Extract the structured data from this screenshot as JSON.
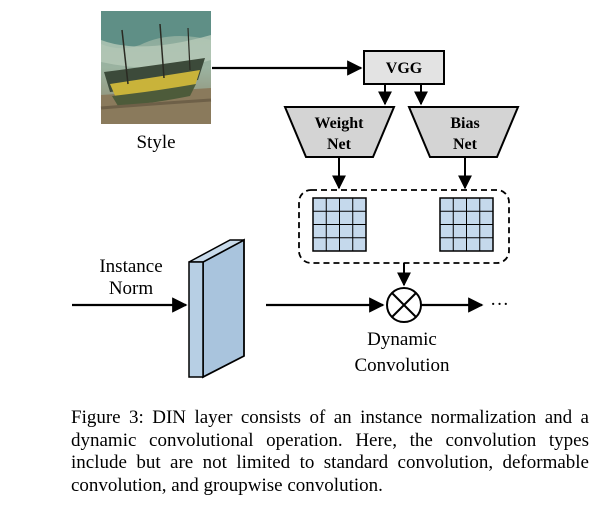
{
  "labels": {
    "style": "Style",
    "vgg": "VGG",
    "weight_net_line1": "Weight",
    "weight_net_line2": "Net",
    "bias_net_line1": "Bias",
    "bias_net_line2": "Net",
    "instance_norm_line1": "Instance",
    "instance_norm_line2": "Norm",
    "dynamic_conv_line1": "Dynamic",
    "dynamic_conv_line2": "Convolution",
    "ellipsis": "···"
  },
  "caption": {
    "text": "Figure 3: DIN layer consists of an instance normalization and a dynamic convolutional operation. Here, the convolution types include but are not limited to standard convolution, deformable convolution, and groupwise convolution."
  },
  "colors": {
    "block_fill": "#a9c4dd",
    "grid_fill": "#c5d9ec",
    "funnel_fill": "#d4d4d4",
    "vgg_fill": "#e3e3e3"
  },
  "icons": {
    "style_image": "painting-of-boats-icon",
    "multiply": "circled-times-icon"
  }
}
